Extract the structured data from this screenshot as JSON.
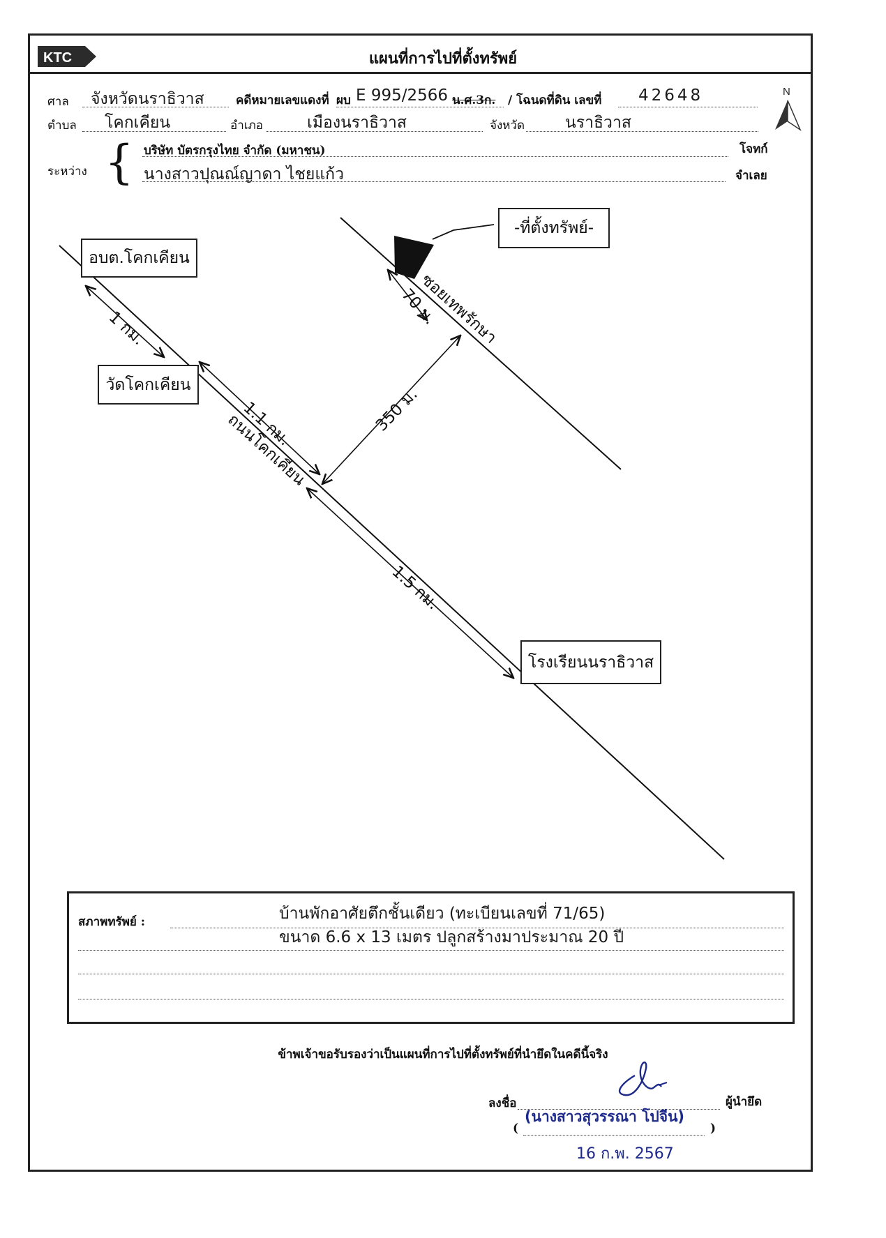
{
  "header": {
    "logo_text": "KTC",
    "title": "แผนที่การไปที่ตั้งทรัพย์",
    "north_label": "N"
  },
  "case": {
    "court_label": "ศาล",
    "court_value": "จังหวัดนราธิวาส",
    "case_no_label": "คดีหมายเลขแดงที่",
    "case_prefix": "ผบ",
    "case_no_value": "E 995/2566",
    "case_struck": "น.ศ.3ก.",
    "deed_label": "/ โฉนดที่ดิน เลขที่",
    "deed_value": "42648",
    "subdistrict_label": "ตำบล",
    "subdistrict_value": "โคกเคียน",
    "district_label": "อำเภอ",
    "district_value": "เมืองนราธิวาส",
    "province_label": "จังหวัด",
    "province_value": "นราธิวาส",
    "between_label": "ระหว่าง",
    "plaintiff_value": "บริษัท บัตรกรุงไทย จำกัด (มหาชน)",
    "plaintiff_label": "โจทก์",
    "defendant_value": "นางสาวปุณณ์ญาดา ไชยแก้ว",
    "defendant_label": "จำเลย"
  },
  "map": {
    "place_obt": "อบต.โคกเคียน",
    "place_wat": "วัดโคกเคียน",
    "place_school": "โรงเรียนนราธิวาส",
    "property_label": "-ที่ตั้งทรัพย์-",
    "road_main": "ถนนโคกเคียน",
    "road_soi": "ซอยเทพรักษา",
    "dist_1": "1 กม.",
    "dist_2": "1.1 กม.",
    "dist_3": "1.5 กม.",
    "dist_4": "350 ม.",
    "dist_5": "70 ม."
  },
  "status": {
    "label": "สภาพทรัพย์ :",
    "line1": "บ้านพักอาศัยตึกชั้นเดียว (ทะเบียนเลขที่ 71/65)",
    "line2": "ขนาด 6.6 x 13 เมตร ปลูกสร้างมาประมาณ 20 ปี"
  },
  "certify": {
    "statement": "ข้าพเจ้าขอรับรองว่าเป็นแผนที่การไปที่ตั้งทรัพย์ที่นำยึดในคดีนี้จริง",
    "sign_label": "ลงชื่อ",
    "seizer_label": "ผู้นำยึด",
    "open_paren": "(",
    "close_paren": ")",
    "signer_name": "(นางสาวสุวรรณา โปจีน)",
    "date_stamp": "16 ก.พ. 2567"
  }
}
